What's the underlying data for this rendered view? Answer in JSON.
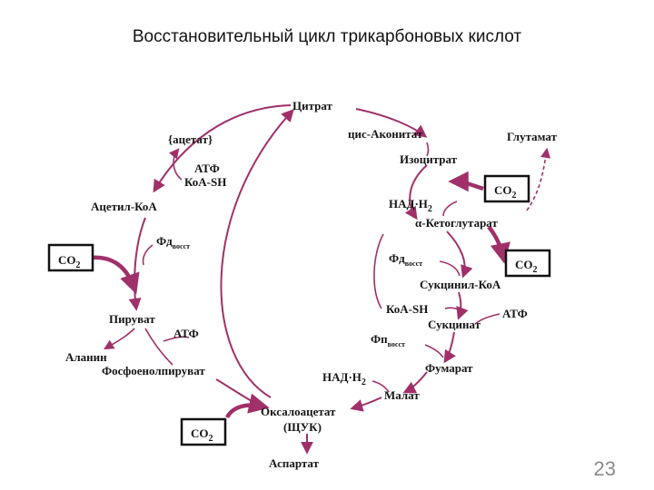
{
  "title": "Восстановительный цикл трикарбоновых кислот",
  "page_number": "23",
  "colors": {
    "arrow": "#a0306a",
    "text": "#151515",
    "box_border": "#111111"
  },
  "diagram": {
    "metabolites": {
      "citrate": "Цитрат",
      "cis_aconitate": "цис-Аконитат",
      "glutamate": "Глутамат",
      "isocitrate": "Изоцитрат",
      "nadh2_top": "НАД·Н",
      "alpha_ketoglutarate": "α-Кетоглутарат",
      "fd_right": "Фд",
      "succinyl_coa": "Сукцинил-КоА",
      "coash_right": "КоА-SH",
      "atp_right": "АТФ",
      "succinate": "Сукцинат",
      "fp_right": "Фп",
      "fumarate": "Фумарат",
      "nadh2_bottom": "НАД·Н",
      "malate": "Малат",
      "oxaloacetate": "Оксалоацетат",
      "shchuk": "(ЩУК)",
      "aspartate": "Аспартат",
      "acetate": "{ацетат}",
      "atp_left_top": "АТФ",
      "coash_left": "КоА-SH",
      "acetyl_coa": "Ацетил-КоА",
      "fd_left": "Фд",
      "pyruvate": "Пируват",
      "atp_left_bottom": "АТФ",
      "alanine": "Аланин",
      "pep": "Фосфоенолпируват"
    },
    "subscripts": {
      "h2": "2",
      "vosst": "восст"
    },
    "co2_label": "CO",
    "co2_sub": "2"
  }
}
